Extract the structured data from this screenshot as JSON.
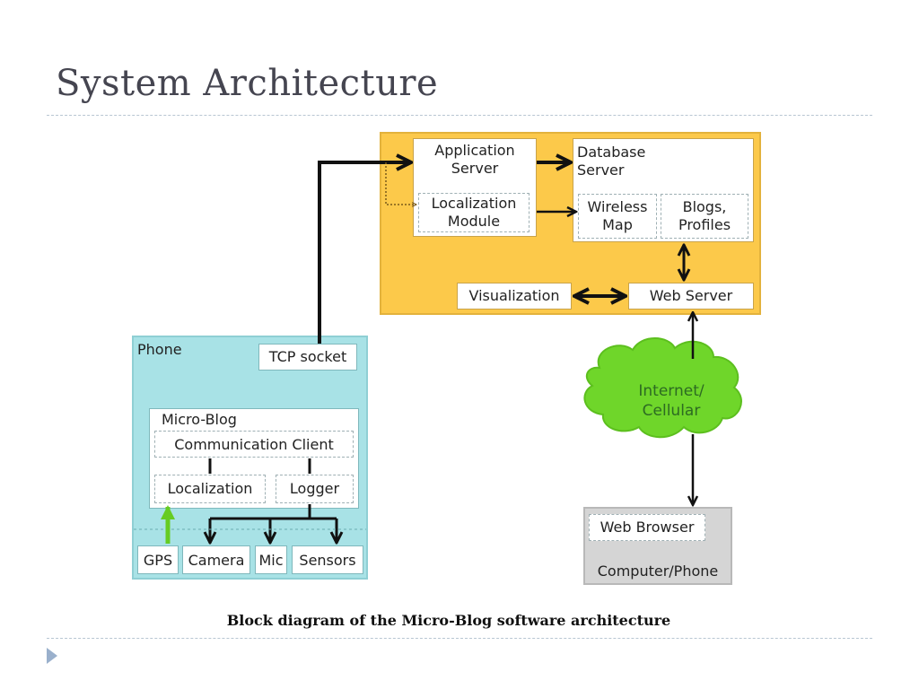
{
  "slide": {
    "title": "System Architecture",
    "caption": "Block diagram of the Micro-Blog software architecture"
  },
  "diagram": {
    "server_side": {
      "application_server": "Application\nServer",
      "localization_module": "Localization\nModule",
      "database_server": "Database\nServer",
      "wireless_map": "Wireless\nMap",
      "blogs_profiles": "Blogs,\nProfiles",
      "visualization": "Visualization",
      "web_server": "Web Server"
    },
    "phone": {
      "label": "Phone",
      "tcp_socket": "TCP socket",
      "micro_blog": "Micro-Blog",
      "communication_client": "Communication Client",
      "localization": "Localization",
      "logger": "Logger",
      "gps": "GPS",
      "camera": "Camera",
      "mic": "Mic",
      "sensors": "Sensors"
    },
    "network": {
      "cloud": "Internet/\nCellular"
    },
    "client": {
      "web_browser": "Web Browser",
      "label": "Computer/Phone"
    },
    "colors": {
      "server_bg": "#fcc94a",
      "phone_bg": "#a8e2e6",
      "client_bg": "#d5d5d5",
      "cloud": "#6fd62a",
      "gps_arrow": "#66cc22"
    }
  }
}
